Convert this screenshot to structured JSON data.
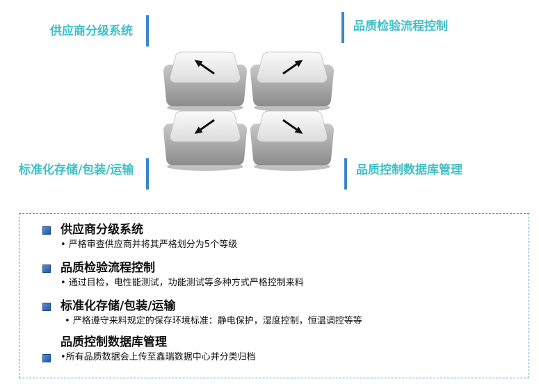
{
  "corners": {
    "top_left": "供应商分级系统",
    "top_right": "品质检验流程控制",
    "bottom_left": "标准化存储/包装/运输",
    "bottom_right": "品质控制数据库管理"
  },
  "keys": [
    {
      "arrow": "up-left-arrow-icon"
    },
    {
      "arrow": "up-right-arrow-icon"
    },
    {
      "arrow": "down-left-arrow-icon"
    },
    {
      "arrow": "down-right-arrow-icon"
    }
  ],
  "items": [
    {
      "title": "供应商分级系统",
      "desc": "• 严格审查供应商并将其严格划分为5个等级"
    },
    {
      "title": "品质检验流程控制",
      "desc": "• 通过目检，电性能测试，功能测试等多种方式严格控制来料"
    },
    {
      "title": "标准化存储/包装/运输",
      "desc": "• 严格遵守来料规定的保存环境标准：静电保护，湿度控制，恒温调控等等"
    },
    {
      "title": "品质控制数据库管理",
      "desc": "•所有品质数据会上传至鑫瑞数据中心并分类归档"
    }
  ],
  "colors": {
    "label": "#3fc0c8",
    "bar": "#3a86c8",
    "bullet": "#1f5aa8"
  }
}
